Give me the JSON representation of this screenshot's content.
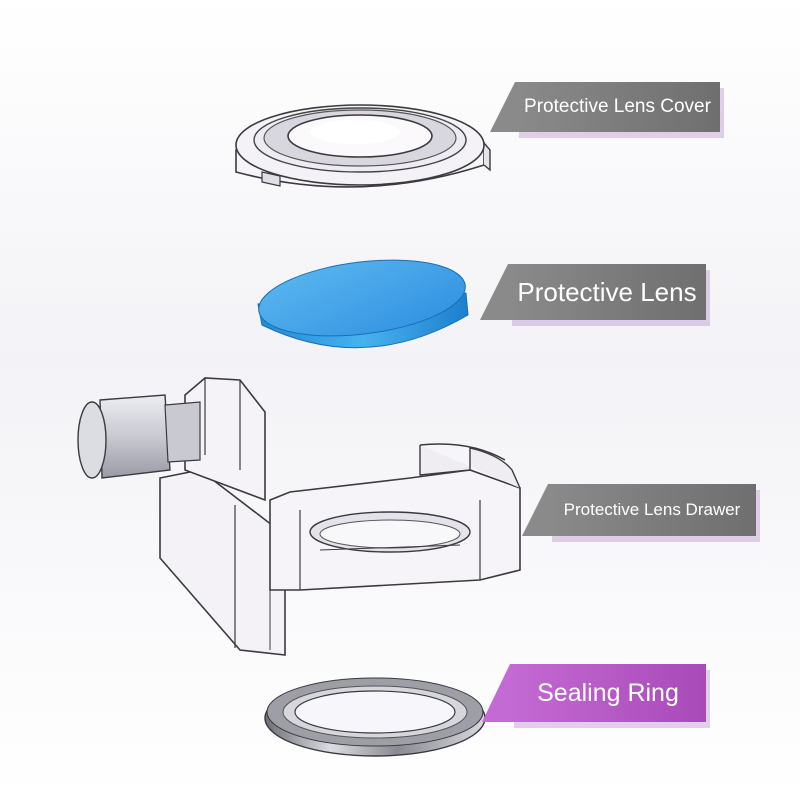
{
  "labels": {
    "lens_cover": "Protective Lens Cover",
    "lens": "Protective Lens",
    "drawer": "Protective Lens Drawer",
    "sealing_ring": "Sealing Ring"
  },
  "colors": {
    "label_gray": "#7d7d7d",
    "label_purple": "#b85cc8",
    "lens_blue": "#2f9ae4",
    "part_white": "#f4f2f6"
  }
}
